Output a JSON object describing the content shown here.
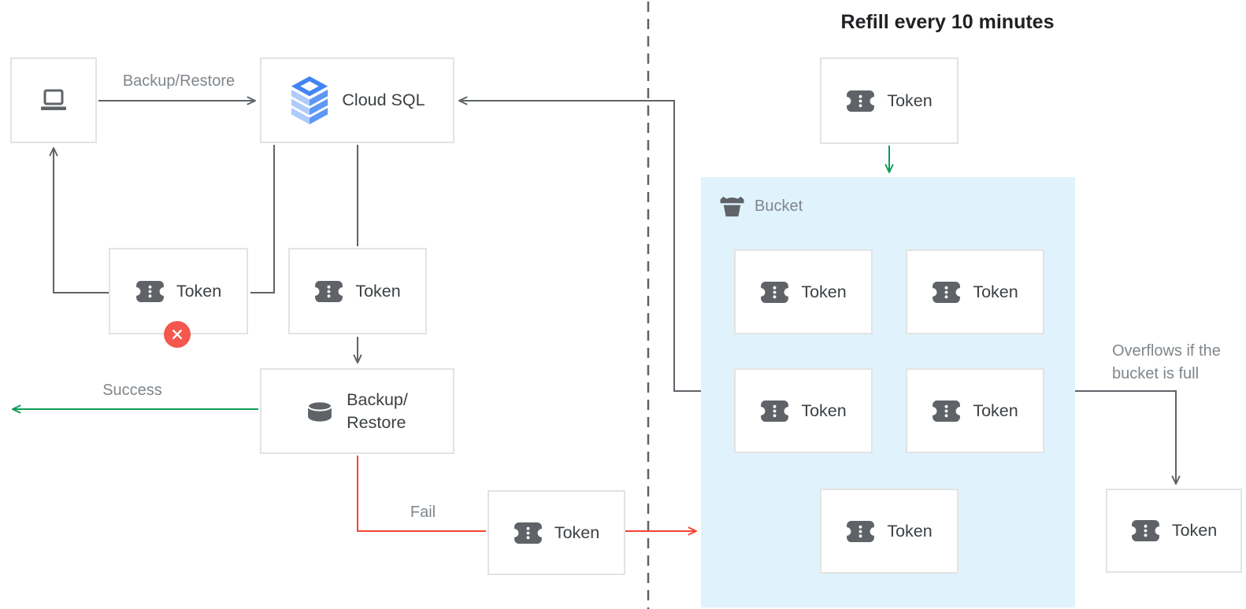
{
  "title": "Refill every 10 minutes",
  "node_labels": {
    "token": "Token",
    "cloud_sql": "Cloud SQL",
    "backup_restore_line1": "Backup/",
    "backup_restore_line2": "Restore"
  },
  "bucket_label": "Bucket",
  "edge_labels": {
    "backup_restore": "Backup/Restore",
    "success": "Success",
    "fail": "Fail",
    "overflow_line1": "Overflows if the",
    "overflow_line2": "bucket is full"
  },
  "icons": {
    "client": "laptop-icon",
    "cloud_sql": "cloud-sql-icon",
    "token": "token-icon",
    "backup_restore": "database-icon",
    "bucket": "bucket-icon",
    "error": "error-x-icon"
  },
  "colors": {
    "connector": "#5f6368",
    "success": "#0f9d58",
    "fail": "#f44336",
    "error_badge": "#f4574d",
    "bucket_fill": "#e0f3fd",
    "box_border": "#e3e3e3",
    "node_text": "#3c4043",
    "label_text": "#80868b",
    "title_text": "#202124",
    "cloud_sql_ring": "#4285f4",
    "cloud_sql_left": "#aecbfa",
    "cloud_sql_right": "#5e97f6",
    "icon_gray": "#5f6368"
  }
}
